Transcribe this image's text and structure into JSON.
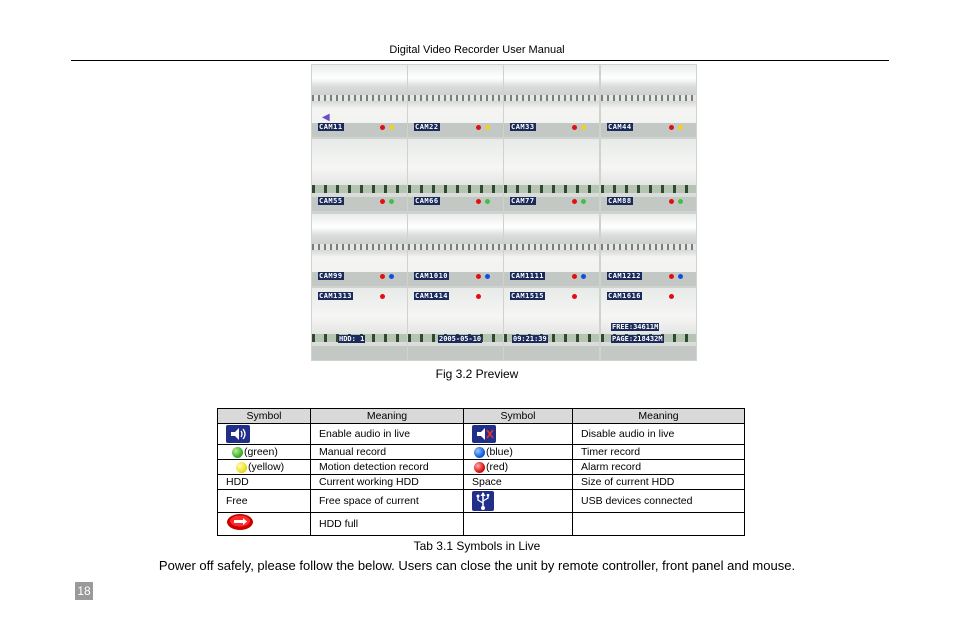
{
  "header": {
    "title": "Digital Video Recorder User Manual"
  },
  "preview": {
    "tiles": [
      {
        "label": "CAM11",
        "dots": [
          "#e01010",
          "#f0d020"
        ]
      },
      {
        "label": "CAM22",
        "dots": [
          "#e01010",
          "#f0d020"
        ]
      },
      {
        "label": "CAM33",
        "dots": [
          "#e01010",
          "#f0d020"
        ]
      },
      {
        "label": "CAM44",
        "dots": [
          "#e01010",
          "#f0d020"
        ]
      },
      {
        "label": "CAM55",
        "dots": [
          "#e01010",
          "#40c040"
        ]
      },
      {
        "label": "CAM66",
        "dots": [
          "#e01010",
          "#40c040"
        ]
      },
      {
        "label": "CAM77",
        "dots": [
          "#e01010",
          "#40c040"
        ]
      },
      {
        "label": "CAM88",
        "dots": [
          "#e01010",
          "#40c040"
        ]
      },
      {
        "label": "CAM99",
        "dots": [
          "#e01010",
          "#1050e0"
        ]
      },
      {
        "label": "CAM1010",
        "dots": [
          "#e01010",
          "#1050e0"
        ]
      },
      {
        "label": "CAM1111",
        "dots": [
          "#e01010",
          "#1050e0"
        ]
      },
      {
        "label": "CAM1212",
        "dots": [
          "#e01010",
          "#1050e0"
        ]
      },
      {
        "label": "CAM1313",
        "dots": [
          "#e01010"
        ]
      },
      {
        "label": "CAM1414",
        "dots": [
          "#e01010"
        ]
      },
      {
        "label": "CAM1515",
        "dots": [
          "#e01010"
        ]
      },
      {
        "label": "CAM1616",
        "dots": [
          "#e01010"
        ]
      }
    ],
    "hdd_overlay": "HDD: 1",
    "date_overlay": "2005-05-10",
    "time_overlay": "09:21:39",
    "free_overlay": "FREE:34611M",
    "page_overlay": "PAGE:218432M"
  },
  "figure_caption": "Fig 3.2 Preview",
  "table": {
    "headers": [
      "Symbol",
      "Meaning",
      "Symbol",
      "Meaning"
    ],
    "rows": [
      {
        "sym1": "",
        "icon1": "speaker-icon",
        "mean1": "Enable audio in live",
        "sym2": "",
        "icon2": "speaker-muted-icon",
        "mean2": "Disable audio in live"
      },
      {
        "sym1": "(green)",
        "icon1": "green-dot-icon",
        "mean1": "Manual record",
        "sym2": "(blue)",
        "icon2": "blue-dot-icon",
        "mean2": "Timer record"
      },
      {
        "sym1": "(yellow)",
        "icon1": "yellow-dot-icon",
        "mean1": "Motion detection record",
        "sym2": "(red)",
        "icon2": "red-dot-icon",
        "mean2": "Alarm record"
      },
      {
        "sym1": "HDD",
        "mean1": "Current working HDD",
        "sym2": "Space",
        "mean2": "Size of current HDD"
      },
      {
        "sym1": "Free",
        "mean1": "Free space of current",
        "sym2": "",
        "icon2": "usb-icon",
        "mean2": "USB devices connected"
      },
      {
        "sym1": "",
        "icon1": "hdd-full-icon",
        "mean1": "HDD full",
        "sym2": "",
        "mean2": ""
      }
    ],
    "colors": {
      "green": "#40b030",
      "blue": "#1060e0",
      "yellow": "#f0e020",
      "red": "#e01010",
      "header_bg": "#d9d9d9"
    }
  },
  "table_caption": "Tab 3.1 Symbols in Live",
  "body_text": "Power off safely, please follow the below. Users can close the unit by remote controller, front panel and mouse.",
  "page_number": "18"
}
